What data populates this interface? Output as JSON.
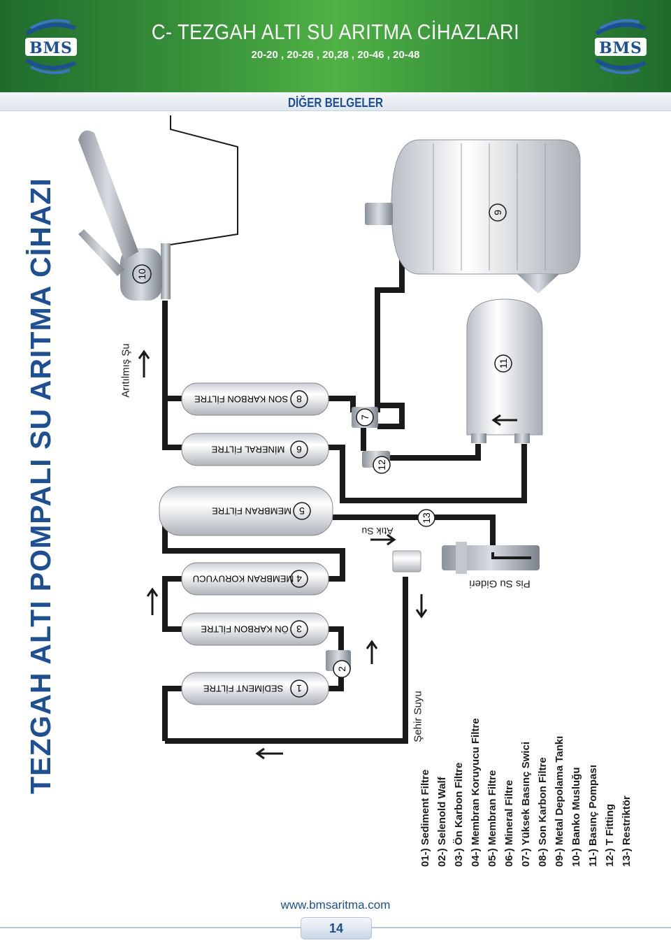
{
  "header": {
    "logo_text": "BMS",
    "title": "C- TEZGAH ALTI SU ARITMA CİHAZLARI",
    "subtitle": "20-20 , 20-26 , 20,28 , 20-46 , 20-48",
    "section": "DİĞER BELGELER"
  },
  "heading": "TEZGAH ALTI POMPALI SU ARITMA CİHAZI",
  "diagram": {
    "filters": [
      {
        "num": "1",
        "label": "SEDİMENT FİLTRE"
      },
      {
        "num": "3",
        "label": "ÖN KARBON FİLTRE"
      },
      {
        "num": "4",
        "label": "MEMBRAN KORUYUCU"
      },
      {
        "num": "5",
        "label": "MEMBRAN FİLTRE"
      },
      {
        "num": "6",
        "label": "MİNERAL FİLTRE"
      },
      {
        "num": "8",
        "label": "SON KARBON FİLTRE"
      }
    ],
    "components": {
      "n2": "2",
      "n7": "7",
      "n9": "9",
      "n10": "10",
      "n11": "11",
      "n12": "12",
      "n13": "13"
    },
    "labels": {
      "aritilmis_su": "Arıtılmış Şu",
      "atik_su": "Atık Su",
      "pis_su": "Pis Su Gideri",
      "sehir_suyu": "Şehir Suyu"
    }
  },
  "legend": [
    "01-) Sediment Filtre",
    "02-) Selenold Walf",
    "03-) Ön Karbon Filtre",
    "04-) Membran Koruyucu Filtre",
    "05-) Membran Filtre",
    "06-) Mineral Filtre",
    "07-) Yüksek Basınç Swici",
    "08-) Son Karbon Filtre",
    "09-) Metal Depolama Tankı",
    "10-) Banko Musluğu",
    "11-) Basınç Pompası",
    "12-) T Fitting",
    "13-) Restriktör"
  ],
  "footer": {
    "website": "www.bmsaritma.com",
    "page": "14"
  },
  "colors": {
    "accent_blue": "#1d4f95",
    "header_green": "#3d9a3c",
    "pipe": "#1a1a1a"
  }
}
